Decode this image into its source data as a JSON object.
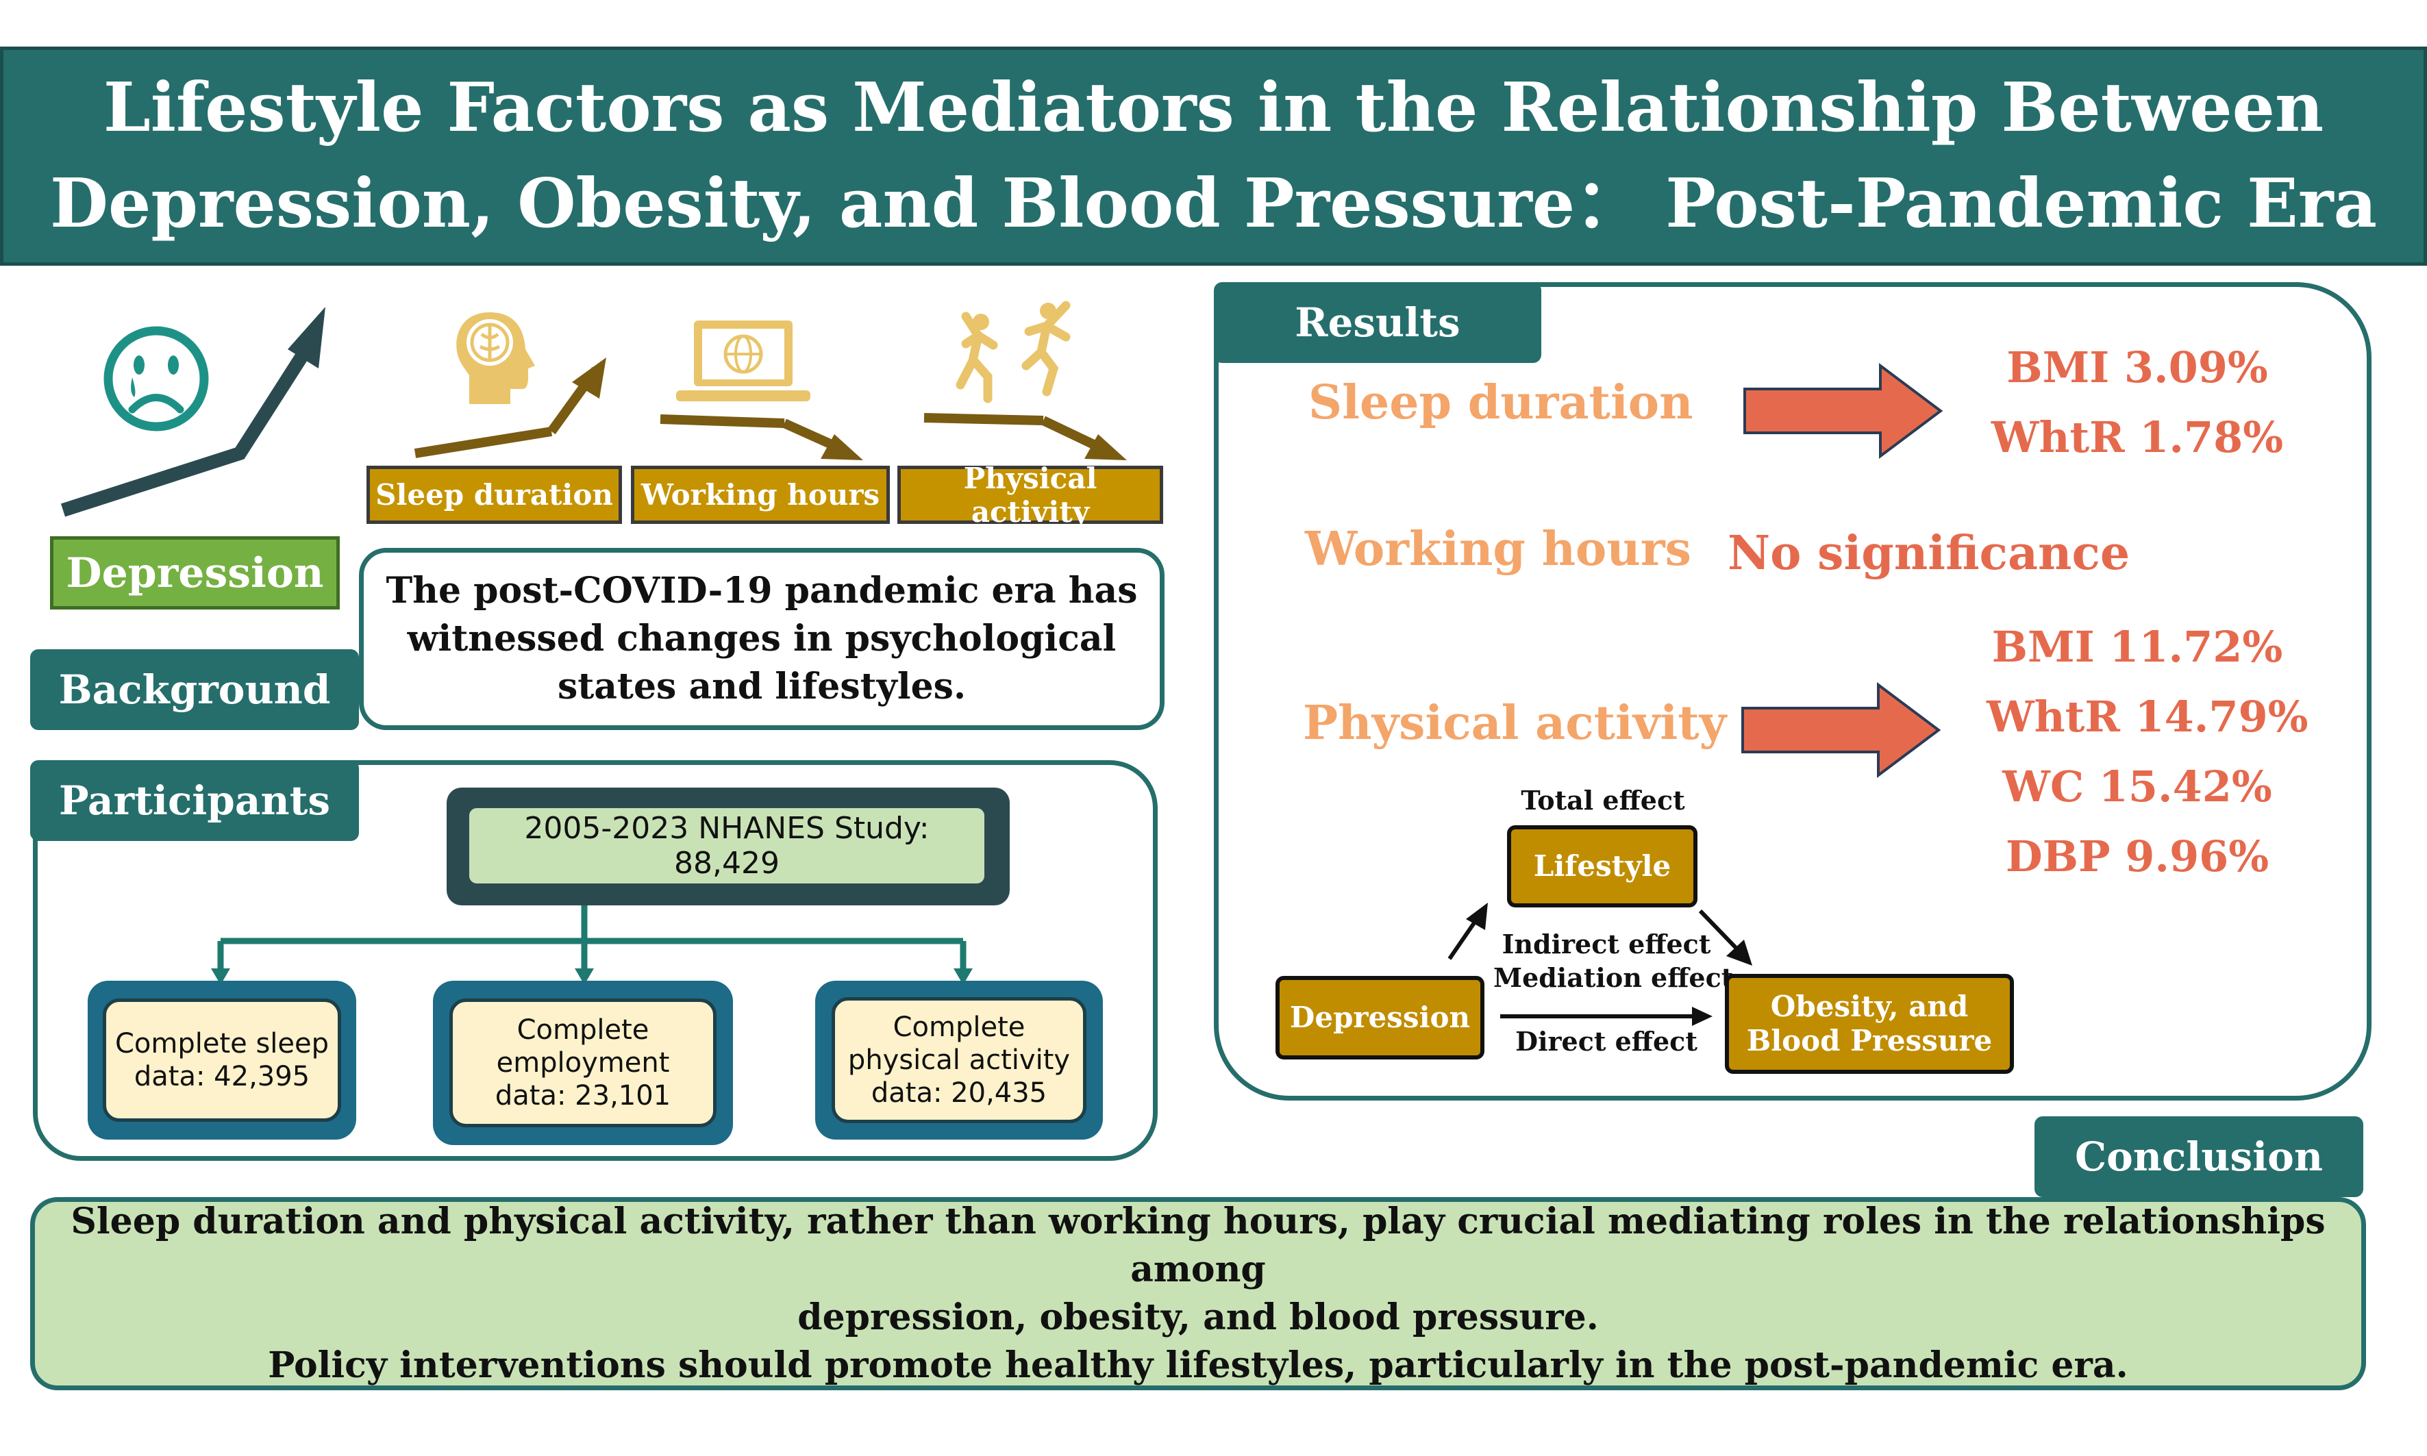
{
  "title": {
    "line1": "Lifestyle Factors as Mediators in the Relationship Between",
    "line2": "Depression, Obesity, and Blood Pressure： Post-Pandemic Era"
  },
  "background": {
    "tab": "Background",
    "depression_label": "Depression",
    "lifestyle_labels": [
      "Sleep duration",
      "Working hours",
      "Physical activity"
    ],
    "statement_lines": [
      "The post-COVID-19 pandemic era has",
      "witnessed changes in psychological",
      "states and lifestyles."
    ]
  },
  "participants": {
    "tab": "Participants",
    "source": "2005-2023 NHANES Study: 88,429",
    "subsets": [
      {
        "lines": [
          "Complete sleep",
          "data: 42,395"
        ]
      },
      {
        "lines": [
          "Complete",
          "employment",
          "data: 23,101"
        ]
      },
      {
        "lines": [
          "Complete",
          "physical activity",
          "data: 20,435"
        ]
      }
    ]
  },
  "results": {
    "tab": "Results",
    "sleep": {
      "label": "Sleep duration",
      "values": [
        "BMI  3.09%",
        "WhtR  1.78%"
      ]
    },
    "working": {
      "label": "Working hours",
      "finding": "No significance"
    },
    "physical": {
      "label": "Physical activity",
      "values": [
        "BMI  11.72%",
        "WhtR  14.79%",
        "WC  15.42%",
        "DBP  9.96%"
      ]
    },
    "mediation": {
      "total_effect": "Total effect",
      "lifestyle": "Lifestyle",
      "indirect_effect": "Indirect effect",
      "mediation_effect": "Mediation effect",
      "depression": "Depression",
      "outcome_lines": [
        "Obesity, and",
        "Blood Pressure"
      ],
      "direct_effect": "Direct effect"
    }
  },
  "conclusion": {
    "tab": "Conclusion",
    "lines": [
      "Sleep duration and physical activity, rather than working hours, play crucial mediating roles in the relationships among",
      "depression, obesity, and blood pressure.",
      "Policy interventions should promote healthy lifestyles, particularly in the post-pandemic era."
    ]
  },
  "colors": {
    "teal": "#256e6b",
    "gold": "#c59300",
    "green": "#75b043",
    "salmon": "#e56a4d",
    "peach": "#f4a56a",
    "light_green": "#c8e2b6",
    "cream": "#fdf2cb"
  },
  "icons": [
    "sad-face-icon",
    "head-brain-icon",
    "laptop-globe-icon",
    "running-people-icon"
  ]
}
